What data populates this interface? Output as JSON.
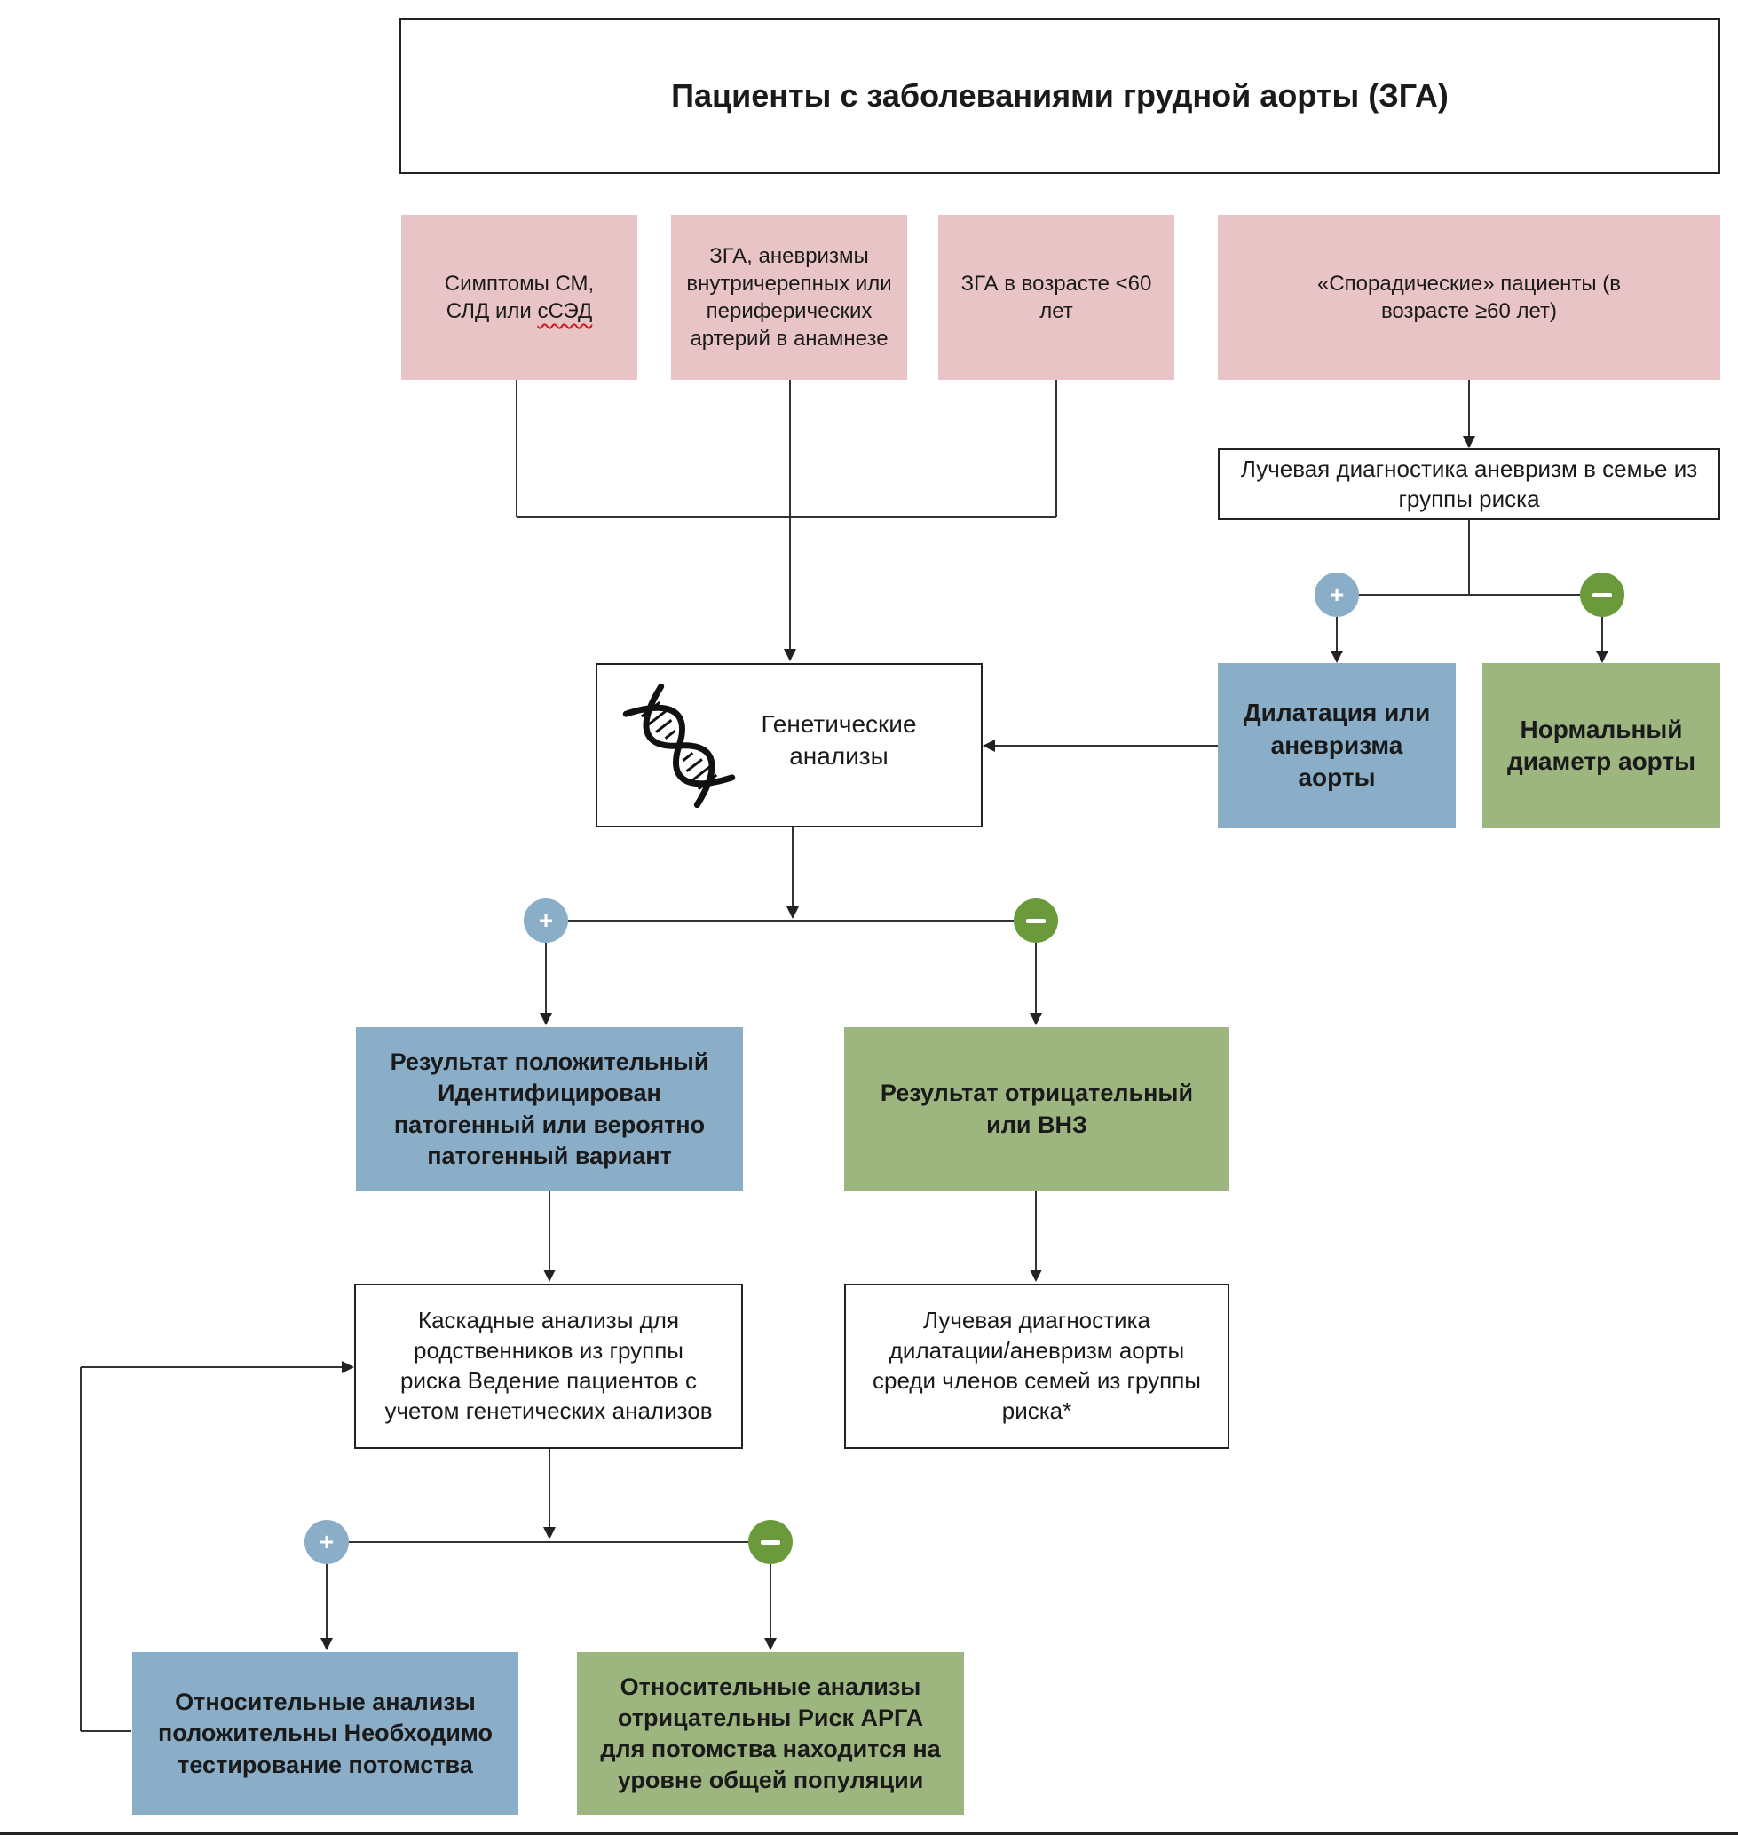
{
  "title": "Пациенты с заболеваниями грудной аорты (ЗГА)",
  "top_groups": {
    "symptoms_1": "Симптомы СМ,",
    "symptoms_2": "СЛД или ",
    "symptoms_3": "сСЭД",
    "history": "ЗГА, аневризмы внутричерепных или периферических артерий в анамнезе",
    "age_under_60": "ЗГА в возрасте <60 лет",
    "sporadic": "«Спорадические» пациенты (в возрасте ≥60 лет)"
  },
  "family_imaging": "Лучевая диагностика аневризм в семье из группы риска",
  "dilatation": "Дилатация или аневризма аорты",
  "normal_diameter": "Нормальный диаметр аорты",
  "genetic_tests": "Генетические анализы",
  "result_positive": "Результат положительный Идентифицирован патогенный или вероятно патогенный вариант",
  "result_negative": "Результат отрицательный или ВНЗ",
  "cascade": "Каскадные анализы для родственников из группы риска Ведение пациентов с учетом генетических анализов",
  "imaging_family": "Лучевая диагностика дилатации/аневризм аорты среди членов семей из группы риска*",
  "relatives_positive": "Относительные анализы положительны Необходимо тестирование потомства",
  "relatives_negative": "Относительные анализы отрицательны Риск АРГА для потомства находится на уровне общей популяции",
  "badges": {
    "plus": "+"
  },
  "colors": {
    "pink": "#e8c4c7",
    "blue": "#8aaec8",
    "green": "#9db680",
    "minus_badge": "#6a9a3c"
  },
  "icons": {
    "dna": "dna-helix-icon"
  }
}
